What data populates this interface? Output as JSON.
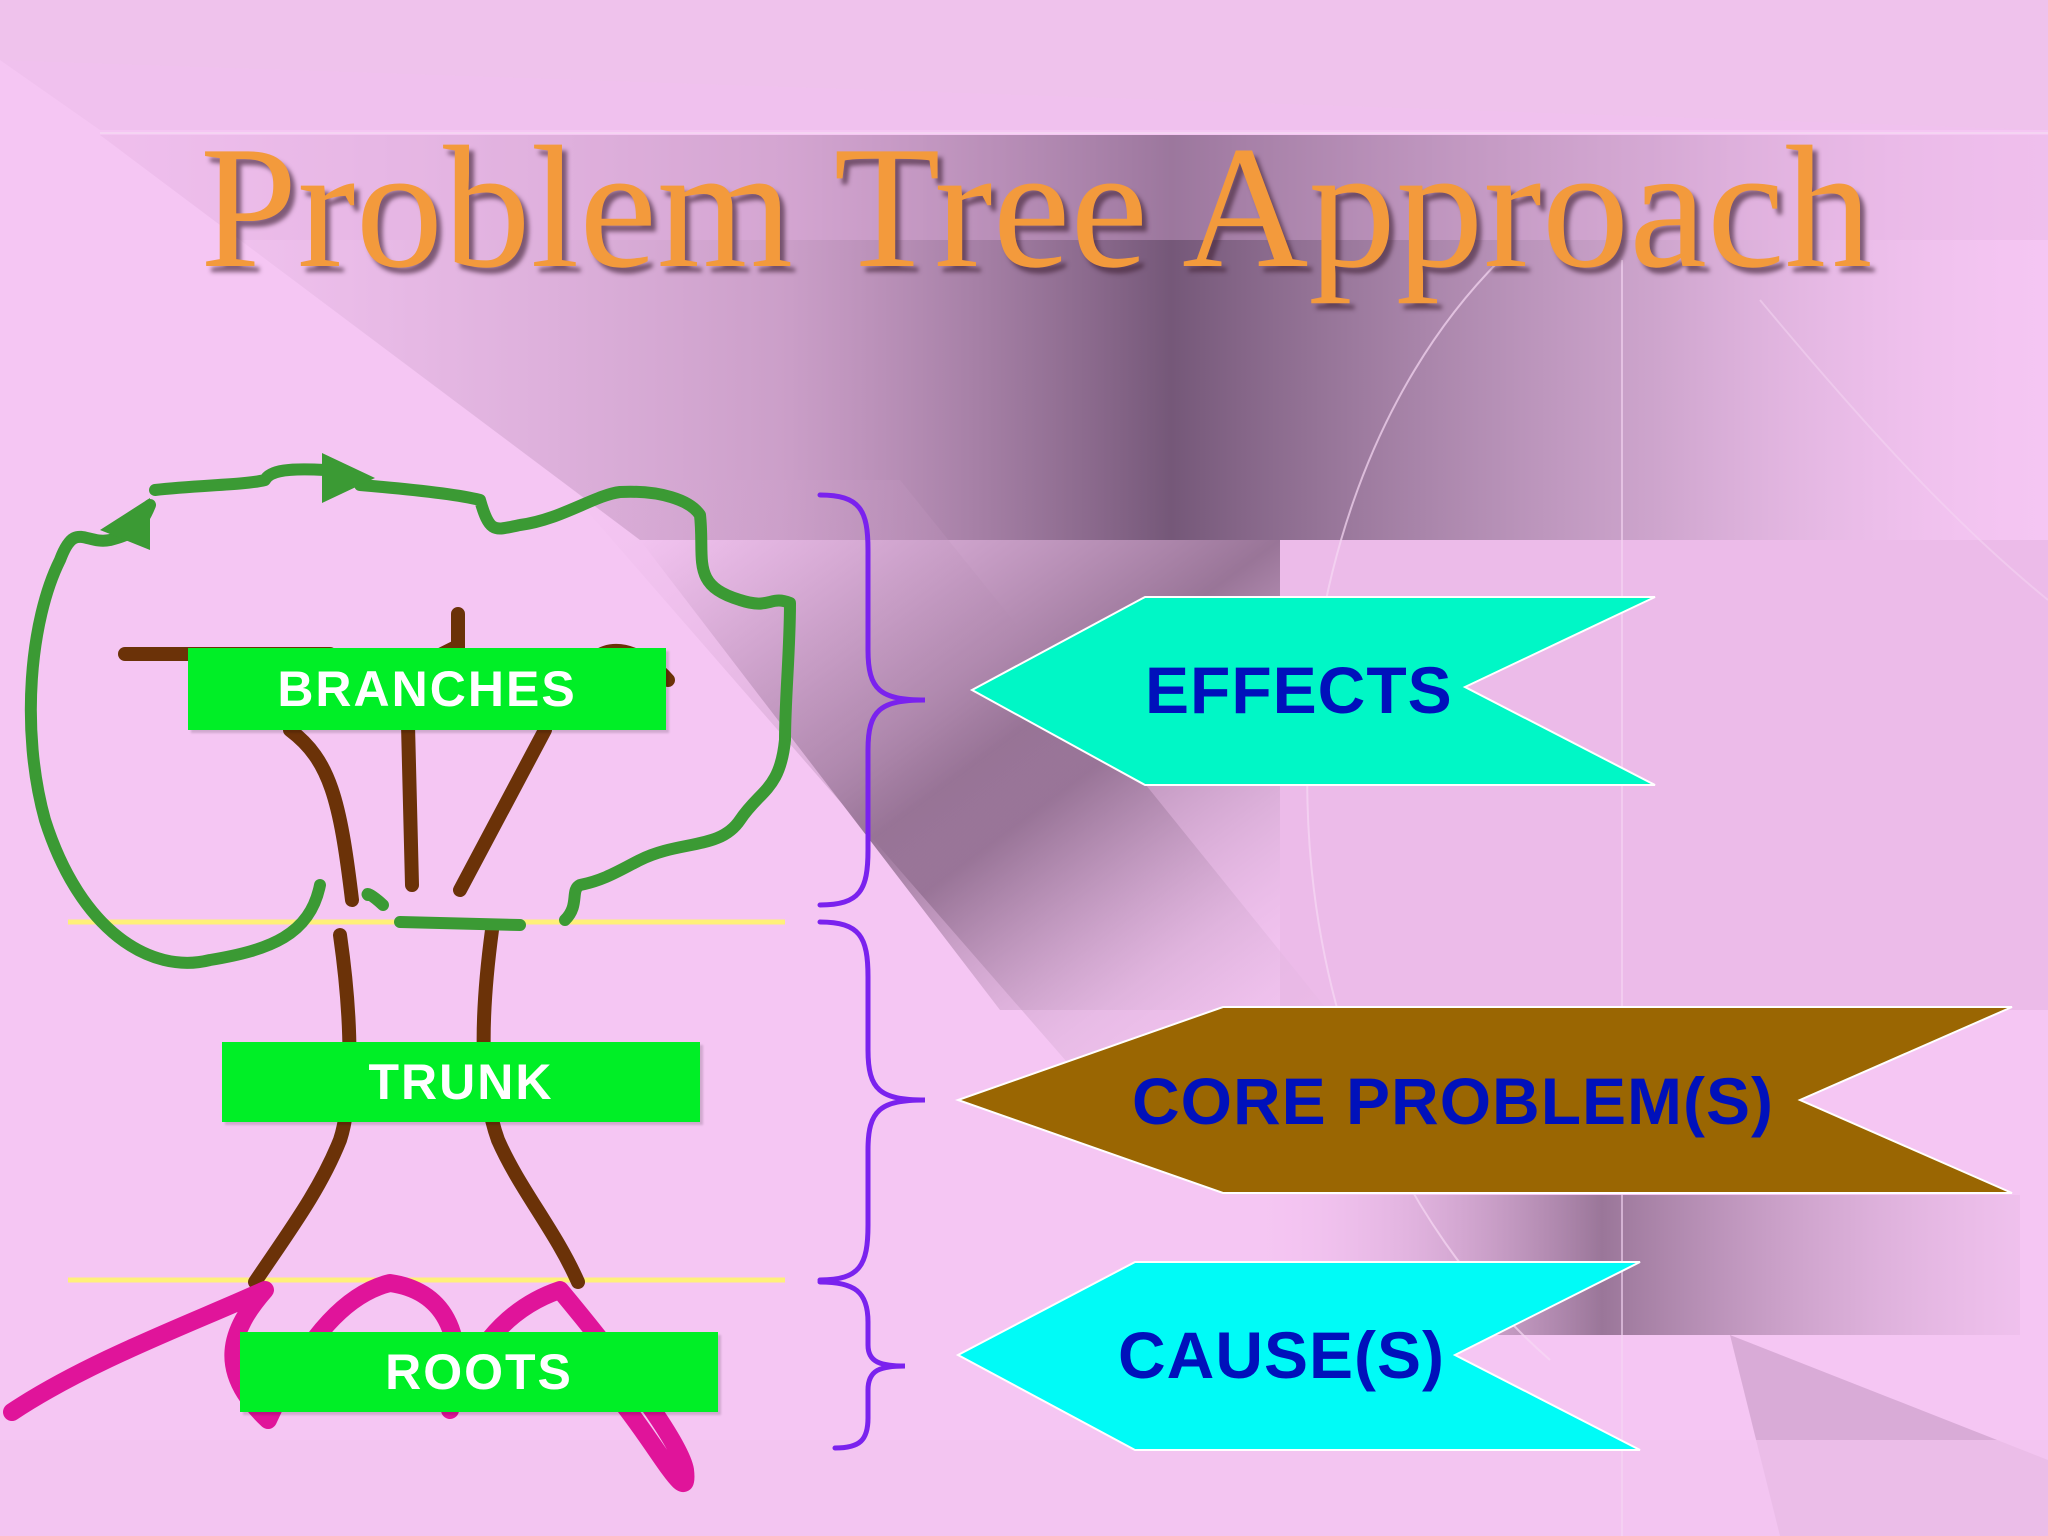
{
  "slide": {
    "title": "Problem Tree Approach"
  },
  "tree_labels": {
    "branches": "BRANCHES",
    "trunk": "TRUNK",
    "roots": "ROOTS"
  },
  "arrows": {
    "effects": {
      "label": "EFFECTS",
      "color": "#00f7c6"
    },
    "core_problem": {
      "label": "CORE PROBLEM(S)",
      "color": "#9a6602"
    },
    "causes": {
      "label": "CAUSE(S)",
      "color": "#00fbf7"
    }
  },
  "colors": {
    "background": "#f5c6f3",
    "title": "#f39a3c",
    "label_box": "#00ef26",
    "label_text": "#ffffff",
    "arrow_text": "#0011bb",
    "brace": "#7a22ee",
    "canopy": "#3b9a34",
    "branches": "#6b3208",
    "roots": "#e0149a",
    "ground_line": "#fff07a"
  },
  "icons": {
    "canopy": "tree-canopy-outline",
    "roots": "roots-scribble",
    "brace": "curly-brace-icon"
  }
}
